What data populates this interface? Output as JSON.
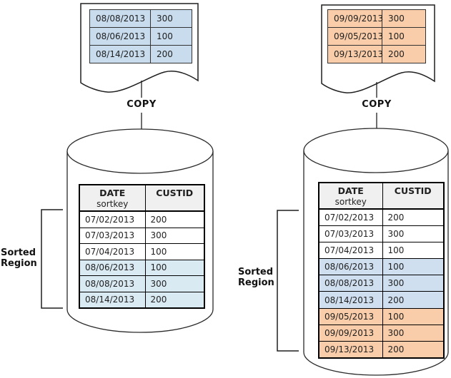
{
  "colors": {
    "file_blue": "#c8dcee",
    "file_orange": "#f9cda9",
    "left_sorted_blue": "#daeaf3",
    "right_sorted_blue": "#cfdfef",
    "right_sorted_orange": "#f9cda9",
    "header_gray": "#f0f0f0",
    "stroke": "#1f1f1f"
  },
  "left": {
    "source_file": {
      "rows": [
        {
          "date": "08/08/2013",
          "custid": "300"
        },
        {
          "date": "08/06/2013",
          "custid": "100"
        },
        {
          "date": "08/14/2013",
          "custid": "200"
        }
      ]
    },
    "copy_label": "COPY",
    "sorted_region": {
      "line1": "Sorted",
      "line2": "Region"
    },
    "table": {
      "header": {
        "date": "DATE",
        "date_sub": "sortkey",
        "custid": "CUSTID"
      },
      "rows": [
        {
          "date": "07/02/2013",
          "custid": "200",
          "highlight": "none"
        },
        {
          "date": "07/03/2013",
          "custid": "300",
          "highlight": "none"
        },
        {
          "date": "07/04/2013",
          "custid": "100",
          "highlight": "none"
        },
        {
          "date": "08/06/2013",
          "custid": "100",
          "highlight": "blue"
        },
        {
          "date": "08/08/2013",
          "custid": "300",
          "highlight": "blue"
        },
        {
          "date": "08/14/2013",
          "custid": "200",
          "highlight": "blue"
        }
      ]
    }
  },
  "right": {
    "source_file": {
      "rows": [
        {
          "date": "09/09/2013",
          "custid": "300"
        },
        {
          "date": "09/05/2013",
          "custid": "100"
        },
        {
          "date": "09/13/2013",
          "custid": "200"
        }
      ]
    },
    "copy_label": "COPY",
    "sorted_region": {
      "line1": "Sorted",
      "line2": "Region"
    },
    "table": {
      "header": {
        "date": "DATE",
        "date_sub": "sortkey",
        "custid": "CUSTID"
      },
      "rows": [
        {
          "date": "07/02/2013",
          "custid": "200",
          "highlight": "none"
        },
        {
          "date": "07/03/2013",
          "custid": "300",
          "highlight": "none"
        },
        {
          "date": "07/04/2013",
          "custid": "100",
          "highlight": "none"
        },
        {
          "date": "08/06/2013",
          "custid": "100",
          "highlight": "blue"
        },
        {
          "date": "08/08/2013",
          "custid": "300",
          "highlight": "blue"
        },
        {
          "date": "08/14/2013",
          "custid": "200",
          "highlight": "blue"
        },
        {
          "date": "09/05/2013",
          "custid": "100",
          "highlight": "orange"
        },
        {
          "date": "09/09/2013",
          "custid": "300",
          "highlight": "orange"
        },
        {
          "date": "09/13/2013",
          "custid": "200",
          "highlight": "orange"
        }
      ]
    }
  }
}
